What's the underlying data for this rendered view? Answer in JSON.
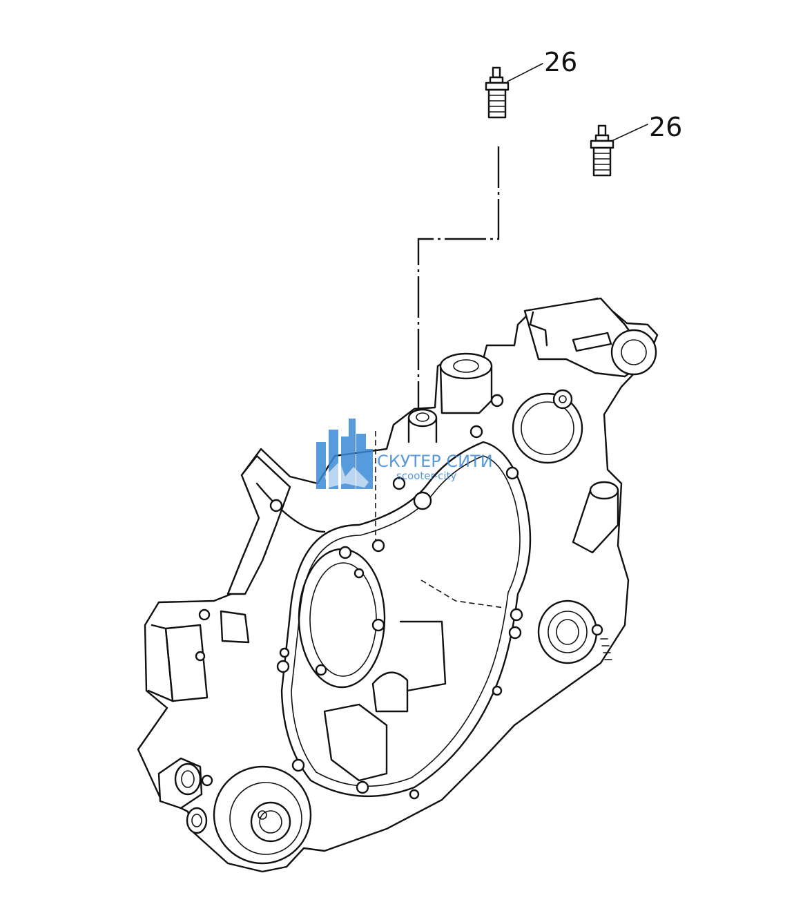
{
  "callouts": [
    {
      "label": "26"
    },
    {
      "label": "26"
    }
  ],
  "watermark": {
    "title": "СКУТЕР СИТИ",
    "subtitle": "scooter-city",
    "color": "#3b8ad6"
  }
}
